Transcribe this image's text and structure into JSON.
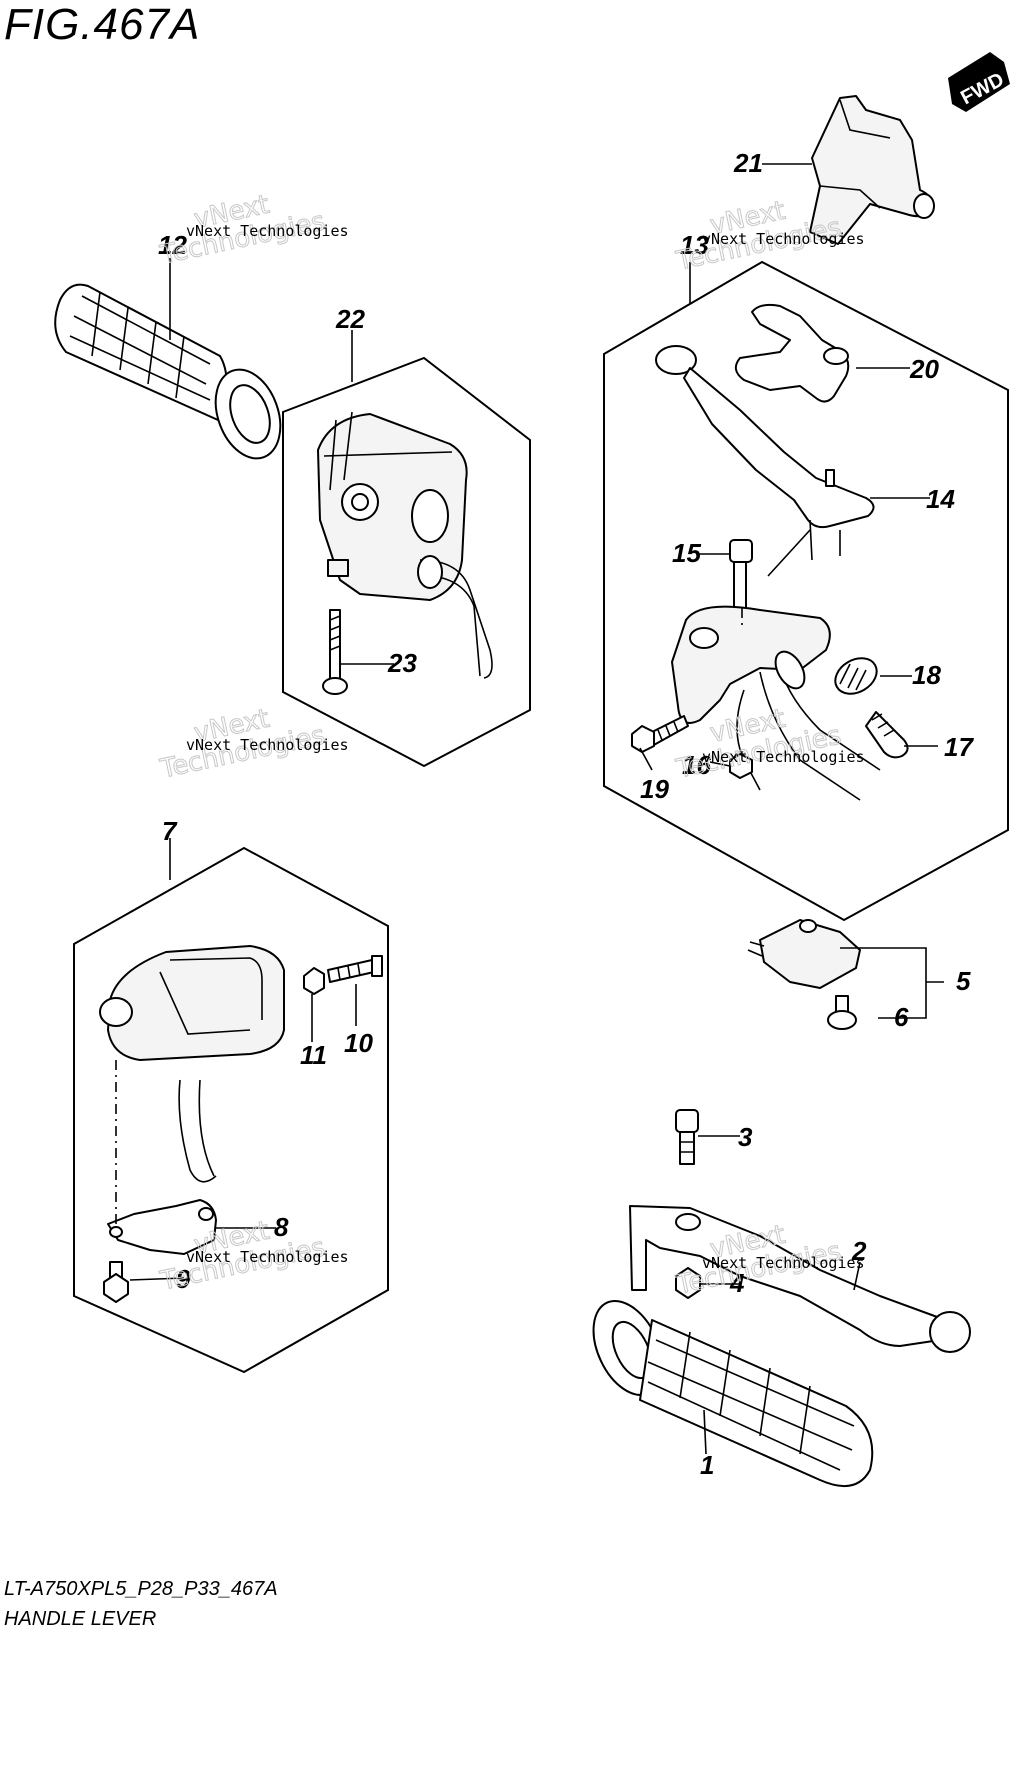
{
  "header": {
    "figure_title": "FIG.467A",
    "fwd_label": "FWD"
  },
  "footer": {
    "model_code": "LT-A750XPL5_P28_P33_467A",
    "group_name": "HANDLE LEVER"
  },
  "watermark": {
    "line1": "vNext",
    "line2": "Technologies",
    "small": "vNext Technologies"
  },
  "callouts": [
    {
      "ref": "1"
    },
    {
      "ref": "2"
    },
    {
      "ref": "3"
    },
    {
      "ref": "4"
    },
    {
      "ref": "5"
    },
    {
      "ref": "6"
    },
    {
      "ref": "7"
    },
    {
      "ref": "8"
    },
    {
      "ref": "9"
    },
    {
      "ref": "10"
    },
    {
      "ref": "11"
    },
    {
      "ref": "12"
    },
    {
      "ref": "13"
    },
    {
      "ref": "14"
    },
    {
      "ref": "15"
    },
    {
      "ref": "16"
    },
    {
      "ref": "17"
    },
    {
      "ref": "18"
    },
    {
      "ref": "19"
    },
    {
      "ref": "20"
    },
    {
      "ref": "21"
    },
    {
      "ref": "22"
    },
    {
      "ref": "23"
    }
  ]
}
